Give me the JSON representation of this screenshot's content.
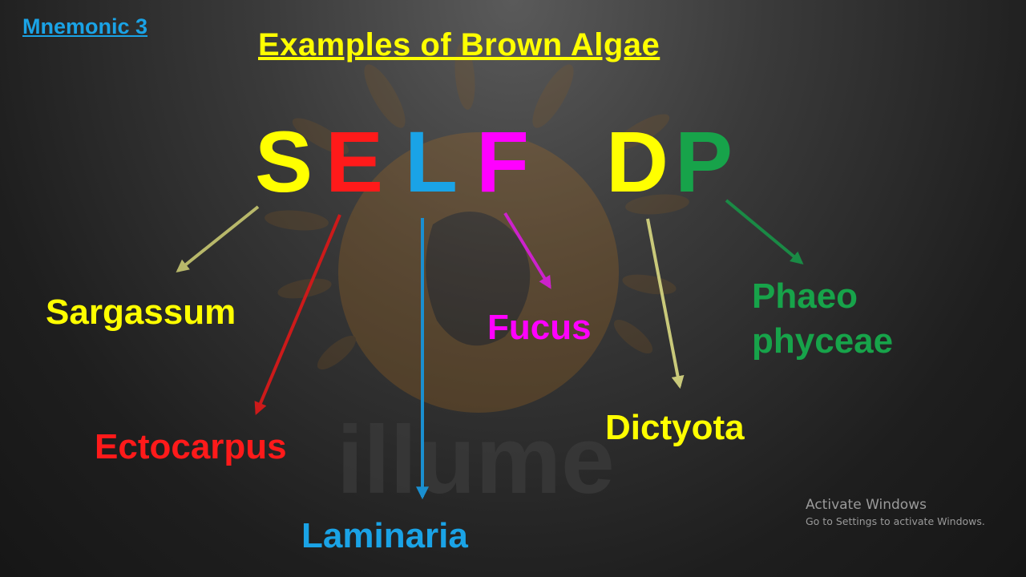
{
  "header": {
    "mnemonic_label": "Mnemonic 3",
    "title": "Examples of Brown Algae"
  },
  "mnemonic_letters": [
    {
      "letter": "S",
      "color": "#ffff00"
    },
    {
      "letter": "E",
      "color": "#ff1a1a"
    },
    {
      "letter": "L",
      "color": "#1aa3e6"
    },
    {
      "letter": "F",
      "color": "#ff00ff"
    },
    {
      "letter": "D",
      "color": "#ffff00"
    },
    {
      "letter": "P",
      "color": "#17a34a"
    }
  ],
  "examples": [
    {
      "name": "Sargassum",
      "color": "#ffff00"
    },
    {
      "name": "Ectocarpus",
      "color": "#ff1a1a"
    },
    {
      "name": "Laminaria",
      "color": "#1aa3e6"
    },
    {
      "name": "Fucus",
      "color": "#ff00ff"
    },
    {
      "name": "Dictyota",
      "color": "#ffff00"
    },
    {
      "name": "Phaeo",
      "color": "#17a34a"
    },
    {
      "name": "phyceae",
      "color": "#17a34a"
    }
  ],
  "arrow_colors": {
    "S": "#b8b86a",
    "E": "#cc1a1a",
    "L": "#1a8fd0",
    "F": "#cc22cc",
    "D": "#c9c97a",
    "P": "#1a8a45"
  },
  "watermark": {
    "text": "illume"
  },
  "os_notice": {
    "title": "Activate Windows",
    "subtitle": "Go to Settings to activate Windows."
  }
}
